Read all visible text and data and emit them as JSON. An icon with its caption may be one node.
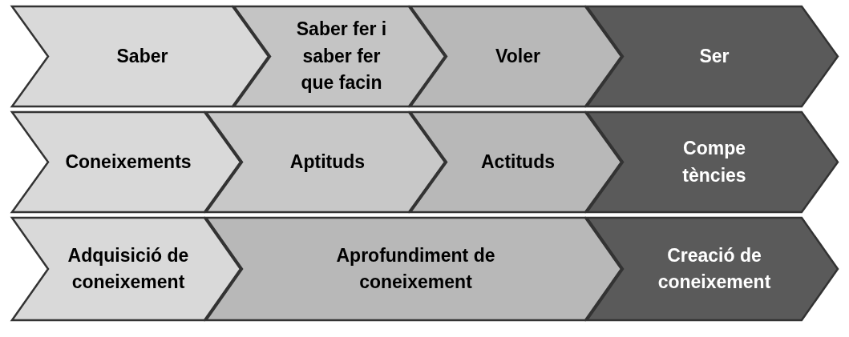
{
  "diagram": {
    "nodes": [
      {
        "text": [
          "Saber"
        ]
      },
      {
        "text": [
          "Saber fer i saber fer que facin"
        ]
      },
      {
        "text": [
          "Voler"
        ]
      },
      {
        "text": [
          "Ser"
        ]
      },
      {
        "text": [
          "Coneixements"
        ]
      },
      {
        "text": [
          "Aptituds"
        ]
      },
      {
        "text": [
          "Actituds"
        ]
      },
      {
        "text": [
          "Compe tències"
        ]
      },
      {
        "text": [
          "Adquisició de coneixement"
        ]
      },
      {
        "text": [
          "Aprofundiment de coneixement"
        ]
      },
      {
        "text": [
          "Creació de coneixement"
        ]
      }
    ],
    "edges": []
  }
}
